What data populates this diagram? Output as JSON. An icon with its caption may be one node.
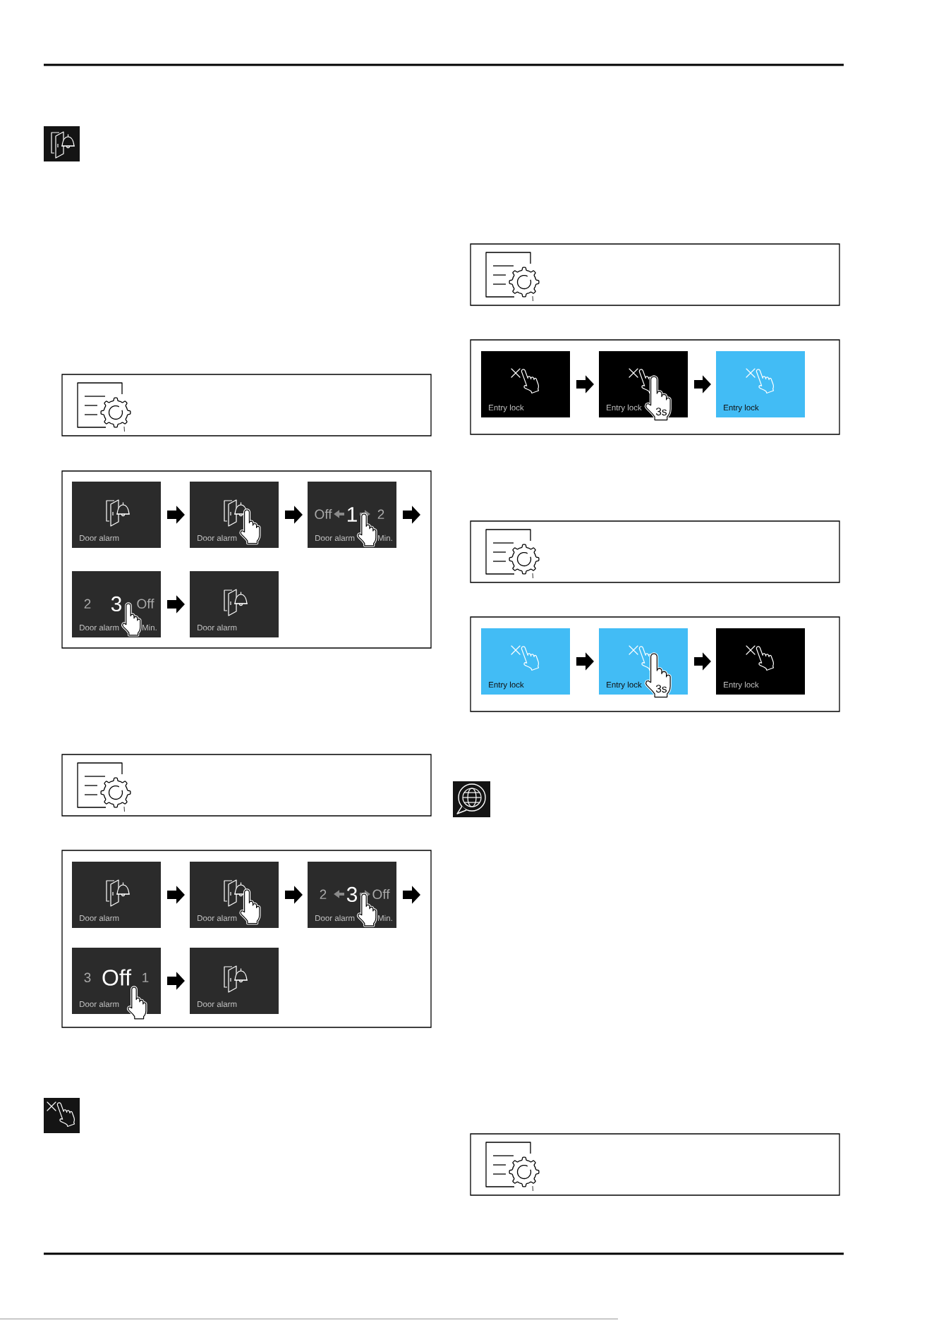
{
  "diagram": {
    "nodes": [
      {
        "text": [],
        "shape": "box"
      },
      {
        "text": [],
        "shape": "box"
      },
      {
        "text": [
          "Door alarm"
        ],
        "in": 1
      },
      {
        "text": [
          "Door alarm"
        ],
        "in": 1
      },
      {
        "text": [
          "Off",
          "1",
          "2",
          "Door alarm",
          "Min."
        ],
        "in": 1
      },
      {
        "text": [
          "2",
          "3",
          "Off",
          "Door alarm",
          "Min."
        ],
        "in": 1
      },
      {
        "text": [
          "Door alarm"
        ],
        "in": 1
      },
      {
        "text": [],
        "shape": "box"
      },
      {
        "text": [],
        "shape": "box"
      },
      {
        "text": [
          "Door alarm"
        ],
        "in": 8
      },
      {
        "text": [
          "Door alarm"
        ],
        "in": 8
      },
      {
        "text": [
          "2",
          "3",
          "Off",
          "Door alarm",
          "Min."
        ],
        "in": 8
      },
      {
        "text": [
          "3",
          "Off",
          "1",
          "Door alarm"
        ],
        "in": 8
      },
      {
        "text": [
          "Door alarm"
        ],
        "in": 8
      },
      {
        "text": [],
        "shape": "box"
      },
      {
        "text": [],
        "shape": "box"
      },
      {
        "text": [
          "Entry lock"
        ],
        "in": 15
      },
      {
        "text": [
          "Entry lock",
          "3s"
        ],
        "in": 15
      },
      {
        "text": [
          "Entry lock"
        ],
        "in": 15
      },
      {
        "text": [],
        "shape": "box"
      },
      {
        "text": [],
        "shape": "box"
      },
      {
        "text": [
          "Entry lock"
        ],
        "in": 20
      },
      {
        "text": [
          "Entry lock",
          "3s"
        ],
        "in": 20
      },
      {
        "text": [
          "Entry lock"
        ],
        "in": 20
      },
      {
        "text": [],
        "shape": "box"
      }
    ],
    "edges": [
      {
        "from": 2,
        "to": 3,
        "arrow": "to"
      },
      {
        "from": 3,
        "to": 4,
        "arrow": "to"
      },
      {
        "from": 4,
        "to": null,
        "arrow": "to"
      },
      {
        "from": 5,
        "to": 6,
        "arrow": "to"
      },
      {
        "from": 9,
        "to": 10,
        "arrow": "to"
      },
      {
        "from": 10,
        "to": 11,
        "arrow": "to"
      },
      {
        "from": 11,
        "to": null,
        "arrow": "to"
      },
      {
        "from": 12,
        "to": 13,
        "arrow": "to"
      },
      {
        "from": 16,
        "to": 17,
        "arrow": "to"
      },
      {
        "from": 17,
        "to": 18,
        "arrow": "to"
      },
      {
        "from": 21,
        "to": 22,
        "arrow": "to"
      },
      {
        "from": 22,
        "to": 23,
        "arrow": "to"
      }
    ]
  }
}
